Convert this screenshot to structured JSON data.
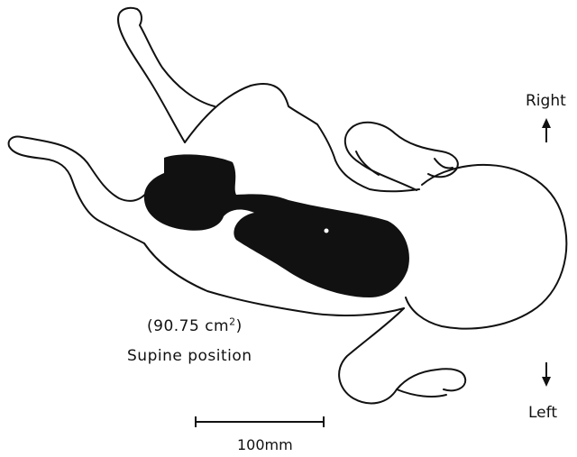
{
  "figure": {
    "orientation": {
      "right": "Right",
      "left": "Left"
    },
    "measurement": {
      "area_prefix": "(90.75 cm",
      "area_exponent": "2",
      "area_suffix": ")",
      "position": "Supine position"
    },
    "scale_bar": {
      "label": "100mm"
    },
    "colors": {
      "outline": "#111111",
      "shaded_region": "#111111",
      "background": "#ffffff"
    }
  }
}
